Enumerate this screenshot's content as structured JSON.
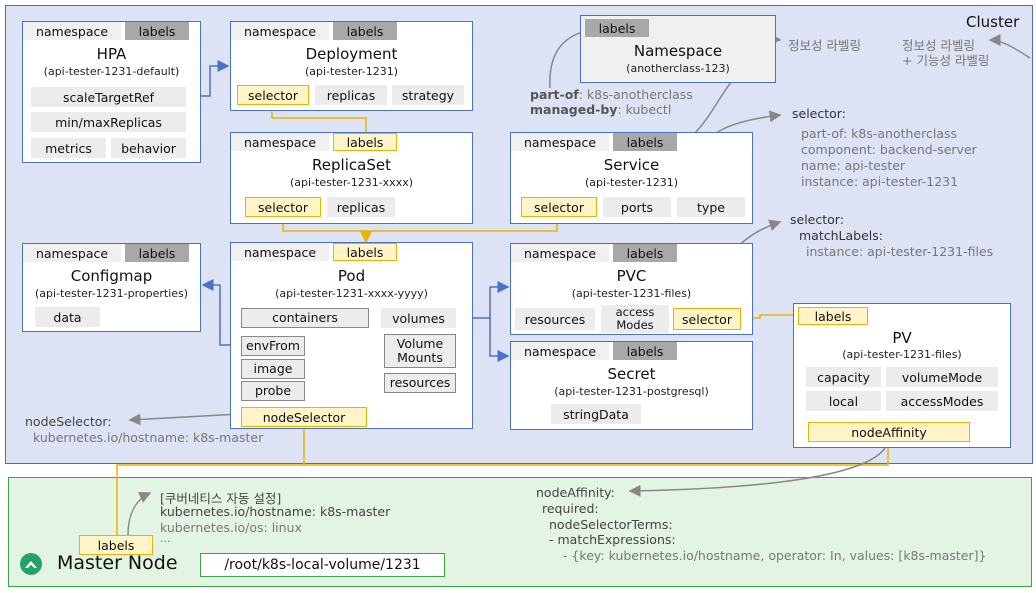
{
  "cluster": {
    "title": "Cluster",
    "note_line1": "정보성 라벨링",
    "note_line2": "+ 기능성 라벨링"
  },
  "common": {
    "namespace": "namespace",
    "labels": "labels"
  },
  "hpa": {
    "title": "HPA",
    "sub": "(api-tester-1231-default)",
    "items": [
      "scaleTargetRef",
      "min/maxReplicas",
      "metrics",
      "behavior"
    ]
  },
  "deployment": {
    "title": "Deployment",
    "sub": "(api-tester-1231)",
    "selector": "selector",
    "replicas": "replicas",
    "strategy": "strategy"
  },
  "namespace_obj": {
    "title": "Namespace",
    "sub": "(anotherclass-123)",
    "note": "정보성 라벨링"
  },
  "ns_labels": {
    "part_of_key": "part-of",
    "part_of_val": ": k8s-anotherclass",
    "managed_by_key": "managed-by",
    "managed_by_val": ": kubectl"
  },
  "replicaset": {
    "title": "ReplicaSet",
    "sub": "(api-tester-1231-xxxx)",
    "selector": "selector",
    "replicas": "replicas"
  },
  "service": {
    "title": "Service",
    "sub": "(api-tester-1231)",
    "selector": "selector",
    "ports": "ports",
    "type": "type"
  },
  "svc_selector": {
    "head": "selector:",
    "lines": [
      "part-of: k8s-anotherclass",
      "component: backend-server",
      "name: api-tester",
      "instance: api-tester-1231"
    ]
  },
  "configmap": {
    "title": "Configmap",
    "sub": "(api-tester-1231-properties)",
    "data": "data"
  },
  "pod": {
    "title": "Pod",
    "sub": "(api-tester-1231-xxxx-yyyy)",
    "containers": "containers",
    "volumes": "volumes",
    "envFrom": "envFrom",
    "image": "image",
    "probe": "probe",
    "volume_mounts_1": "Volume",
    "volume_mounts_2": "Mounts",
    "resources": "resources",
    "nodeSelector": "nodeSelector"
  },
  "pvc": {
    "title": "PVC",
    "sub": "(api-tester-1231-files)",
    "resources": "resources",
    "access_1": "access",
    "access_2": "Modes",
    "selector": "selector"
  },
  "pvc_selector": {
    "head": "selector:",
    "l1": "matchLabels:",
    "l2": "instance: api-tester-1231-files"
  },
  "secret": {
    "title": "Secret",
    "sub": "(api-tester-1231-postgresql)",
    "stringData": "stringData"
  },
  "pv": {
    "title": "PV",
    "sub": "(api-tester-1231-files)",
    "labels": "labels",
    "capacity": "capacity",
    "volumeMode": "volumeMode",
    "local": "local",
    "accessModes": "accessModes",
    "nodeAffinity": "nodeAffinity"
  },
  "node_selector_note": {
    "head": "nodeSelector:",
    "line": "kubernetes.io/hostname: k8s-master"
  },
  "master": {
    "title": "Master Node",
    "labels": "labels",
    "path": "/root/k8s-local-volume/1231",
    "auto_head": "[쿠버네티스 자동 설정]",
    "auto_l1": "kubernetes.io/hostname: k8s-master",
    "auto_l2": "kubernetes.io/os: linux",
    "auto_l3": "..."
  },
  "node_affinity_note": {
    "head": "nodeAffinity:",
    "l1": "required:",
    "l2": "nodeSelectorTerms:",
    "l3": "- matchExpressions:",
    "l4": "- {key: kubernetes.io/hostname, operator: In, values: [k8s-master]}"
  },
  "colors": {
    "cluster_bg": "#dde2f4",
    "cluster_border": "#4a68c4",
    "master_bg": "#e4f4e4",
    "master_border": "#39a844",
    "selector_fill": "#fff4c8",
    "selector_border": "#e8b400"
  }
}
